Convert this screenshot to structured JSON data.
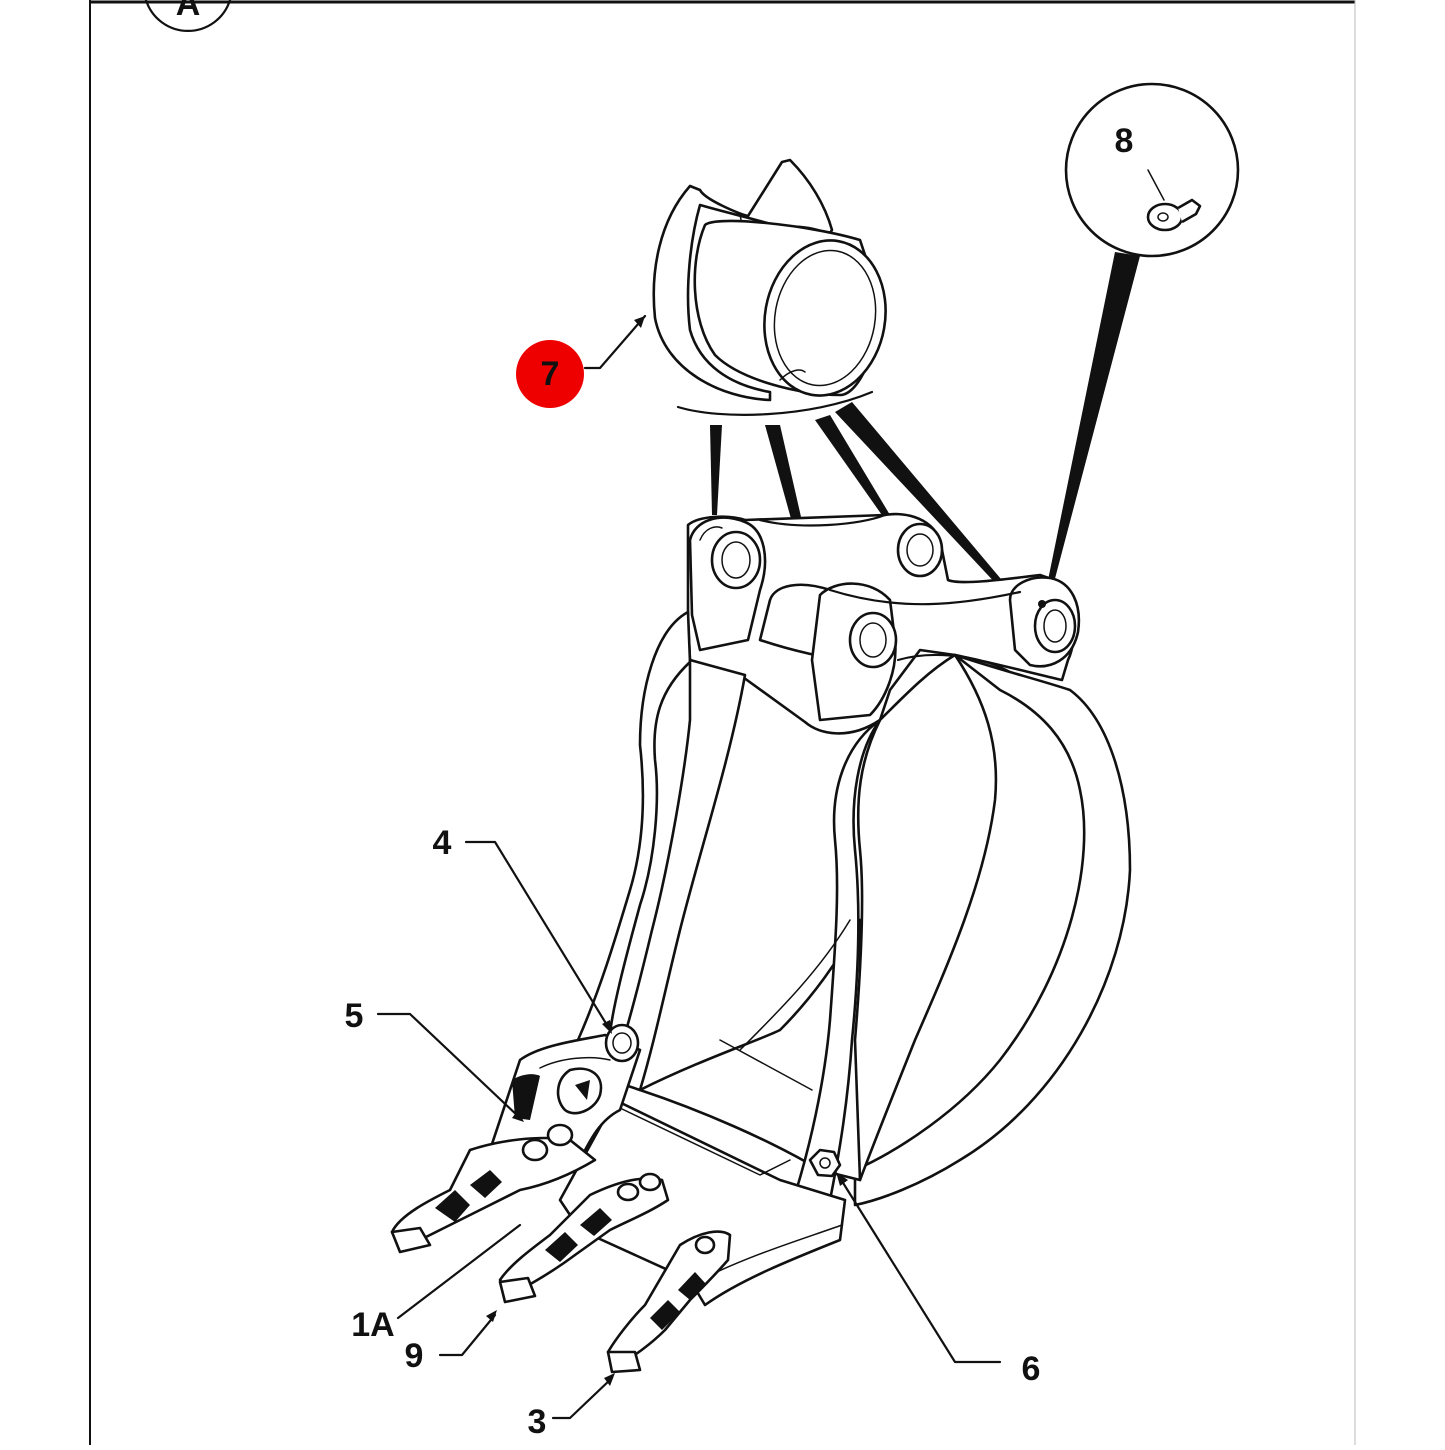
{
  "frame_label": "A",
  "highlight_color": "#ee0000",
  "callouts": {
    "c7": "7",
    "c8": "8",
    "c4": "4",
    "c5": "5",
    "c1a": "1A",
    "c9": "9",
    "c3": "3",
    "c6": "6"
  }
}
